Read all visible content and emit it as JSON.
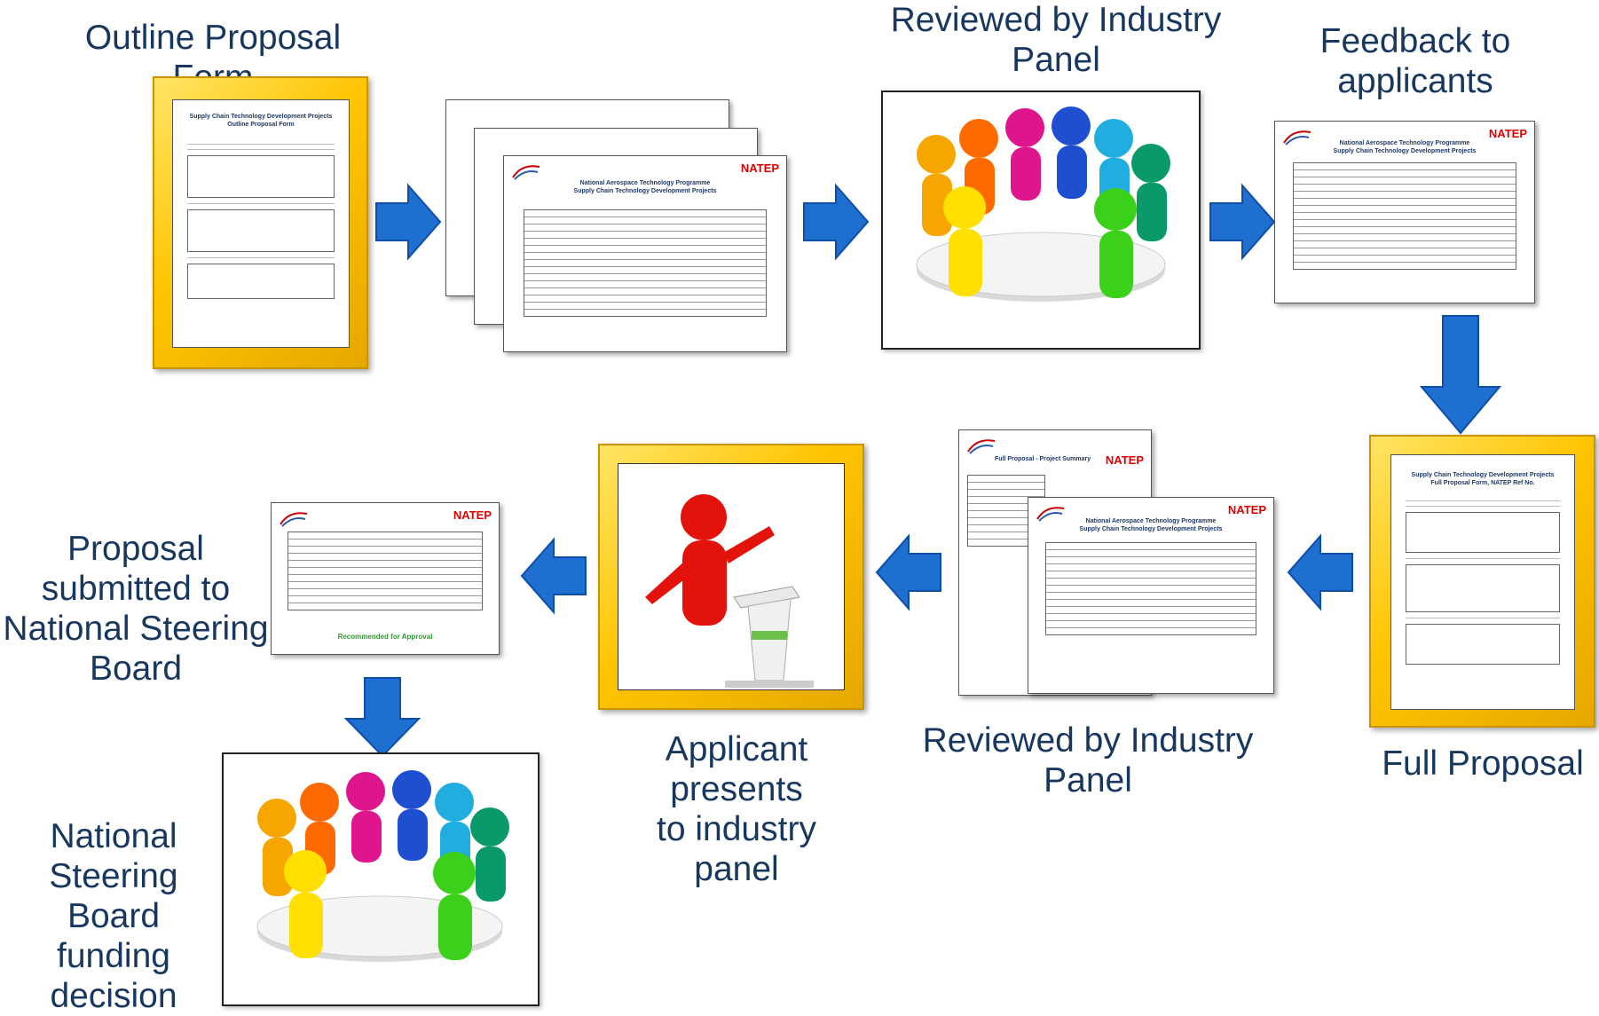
{
  "labels": {
    "outline_proposal_form": "Outline Proposal Form",
    "reviewed_industry_panel_1": "Reviewed by Industry\nPanel",
    "feedback_to_applicants": "Feedback to\napplicants",
    "full_proposal": "Full Proposal",
    "reviewed_industry_panel_2": "Reviewed by Industry\nPanel",
    "applicant_presents": "Applicant\npresents\nto industry\npanel",
    "proposal_submitted": "Proposal\nsubmitted to\nNational Steering\nBoard",
    "nsb_funding_decision": "National\nSteering\nBoard\nfunding\ndecision"
  },
  "documents": {
    "outline_form_title": "Supply Chain Technology Development Projects\nOutline Proposal Form",
    "natep_brand": "NATEP",
    "assessment_title": "National Aerospace Technology Programme\nSupply Chain Technology Development Projects",
    "full_form_title": "Supply Chain Technology Development Projects\nFull Proposal Form, NATEP Ref No.",
    "summary_title": "Full Proposal - Project Summary",
    "recommended": "Recommended for Approval"
  },
  "colors": {
    "label_text": "#17375e",
    "arrow_blue": "#1f6fd1",
    "frame_gold": "#ffc400",
    "natep_red": "#e00000"
  }
}
